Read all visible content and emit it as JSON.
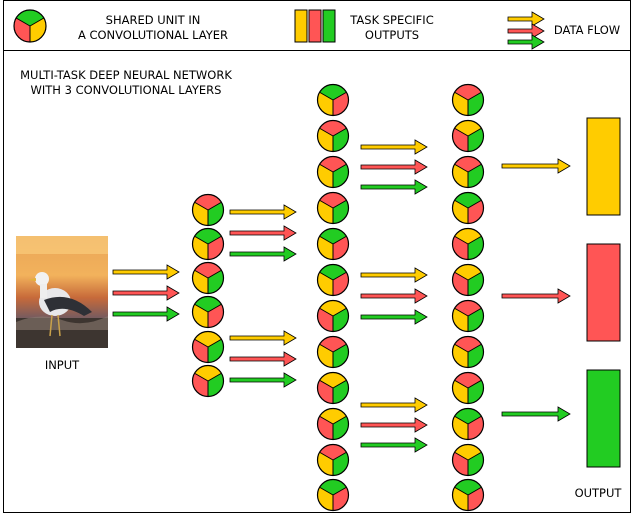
{
  "legend": {
    "shared_unit_line1": "SHARED UNIT IN",
    "shared_unit_line2": "A CONVOLUTIONAL LAYER",
    "task_outputs_line1": "TASK SPECIFIC",
    "task_outputs_line2": "OUTPUTS",
    "data_flow": "DATA FLOW"
  },
  "title": {
    "line1": "MULTI-TASK DEEP NEURAL NETWORK",
    "line2": "WITH 3 CONVOLUTIONAL LAYERS"
  },
  "labels": {
    "input": "INPUT",
    "output": "OUTPUT"
  },
  "colors": {
    "task_yellow": "#FFCC00",
    "task_red": "#FF5555",
    "task_green": "#22CC22",
    "outline": "#000000"
  },
  "network": {
    "layer1_units": [
      "red",
      "green",
      "red",
      "green",
      "yellow",
      "yellow"
    ],
    "layer2_units": [
      "green",
      "red",
      "red",
      "red",
      "green",
      "green",
      "yellow",
      "red",
      "yellow",
      "yellow",
      "red",
      "green"
    ],
    "layer3_units": [
      "red",
      "yellow",
      "red",
      "green",
      "yellow",
      "yellow",
      "red",
      "red",
      "red",
      "green",
      "yellow",
      "green"
    ],
    "outputs": [
      "yellow",
      "red",
      "green"
    ]
  }
}
